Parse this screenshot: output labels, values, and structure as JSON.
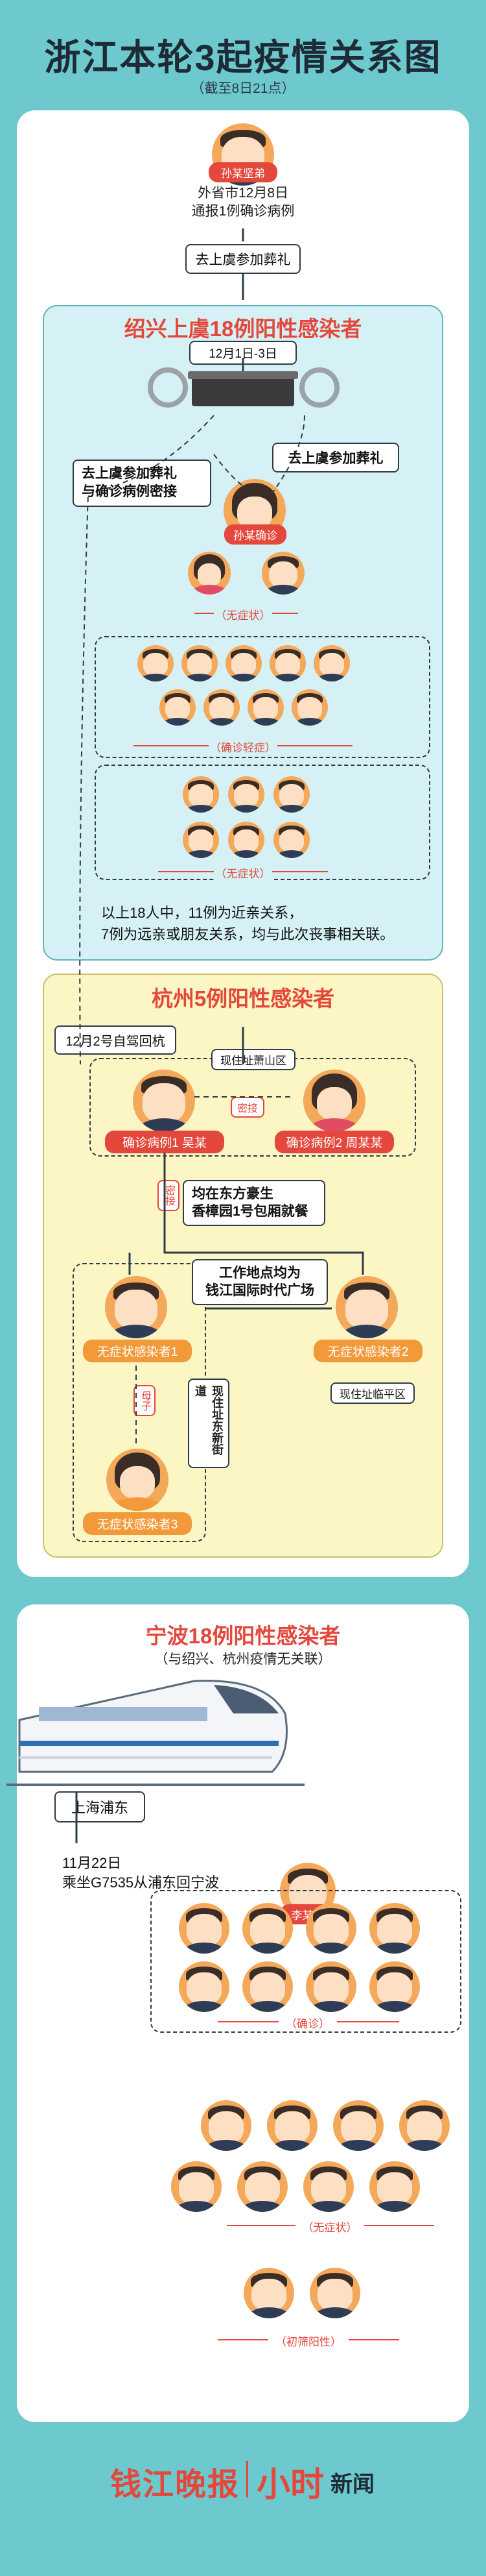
{
  "header": {
    "title": "浙江本轮3起疫情关系图",
    "subtitle": "（截至8日21点）"
  },
  "top": {
    "patient_label": "孙某坚弟",
    "patient_note_line1": "外省市12月8日",
    "patient_note_line2": "通报1例确诊病例",
    "event": "去上虞参加葬礼"
  },
  "shaoxing": {
    "title": "绍兴上虞18例阳性感染者",
    "date_range": "12月1日-3日",
    "left_callout_line1": "去上虞参加葬礼",
    "left_callout_line2": "与确诊病例密接",
    "right_callout": "去上虞参加葬礼",
    "center_label": "孙某确诊",
    "group_asymptomatic_1": "（无症状）",
    "group_mild": "（确诊轻症）",
    "group_asymptomatic_2": "（无症状）",
    "summary_line1": "以上18人中，11例为近亲关系，",
    "summary_line2": "7例为远亲或朋友关系，均与此次丧事相关联。"
  },
  "hangzhou": {
    "title": "杭州5例阳性感染者",
    "drive": "12月2号自驾回杭",
    "residence_xiaoshan": "现住址萧山区",
    "close_contact": "密接",
    "case1": "确诊病例1 吴某",
    "case2": "确诊病例2 周某某",
    "close_contact_v": "密接",
    "dinner_line1": "均在东方豪生",
    "dinner_line2": "香樟园1号包厢就餐",
    "work_line1": "工作地点均为",
    "work_line2": "钱江国际时代广场",
    "asym1": "无症状感染者1",
    "asym2": "无症状感染者2",
    "asym3": "无症状感染者3",
    "residence_linping": "现住址临平区",
    "mother_son": "母子",
    "residence_xinjie": "现住址东新街道"
  },
  "ningbo": {
    "title": "宁波18例阳性感染者",
    "subtitle": "（与绍兴、杭州疫情无关联）",
    "origin": "上海浦东",
    "travel_line1": "11月22日",
    "travel_line2": "乘坐G7535从浦东回宁波",
    "index_label": "李某某",
    "group_confirmed": "（确诊）",
    "group_asymptomatic": "（无症状）",
    "group_initial": "（初筛阳性）"
  },
  "footer": {
    "logo_left": "钱江晚报",
    "logo_right_1": "小时",
    "logo_right_2": "新闻"
  },
  "colors": {
    "background": "#6ec9cf",
    "accent_red": "#e4473b",
    "orange": "#f29a3a",
    "cyan_panel": "#d6f1f5",
    "yellow_panel": "#fbf6c4"
  }
}
